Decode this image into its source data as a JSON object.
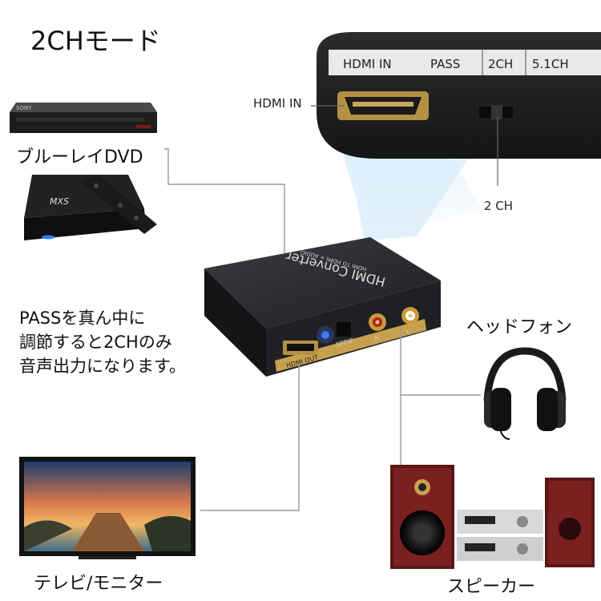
{
  "title": "2CHモード",
  "zoom_panel": {
    "labels": [
      "HDMI IN",
      "PASS",
      "2CH",
      "5.1CH"
    ],
    "callout_hdmi": "HDMI IN",
    "callout_2ch": "2 CH"
  },
  "devices": {
    "bluray": "ブルーレイDVD",
    "headphone": "ヘッドフォン",
    "tv": "テレビ/モニター",
    "speaker": "スピーカー"
  },
  "note": [
    "PASSを真ん中に",
    "調節すると2CHのみ",
    "音声出力になります。"
  ],
  "converter": {
    "name": "HDMI Converter",
    "sub": "HDMI TO HDMI + AUDIO",
    "port_labels": [
      "HDMI OUT",
      "SPDIF",
      "R",
      "L"
    ]
  },
  "sony_text": "SONY",
  "mxs_text": "MXS"
}
